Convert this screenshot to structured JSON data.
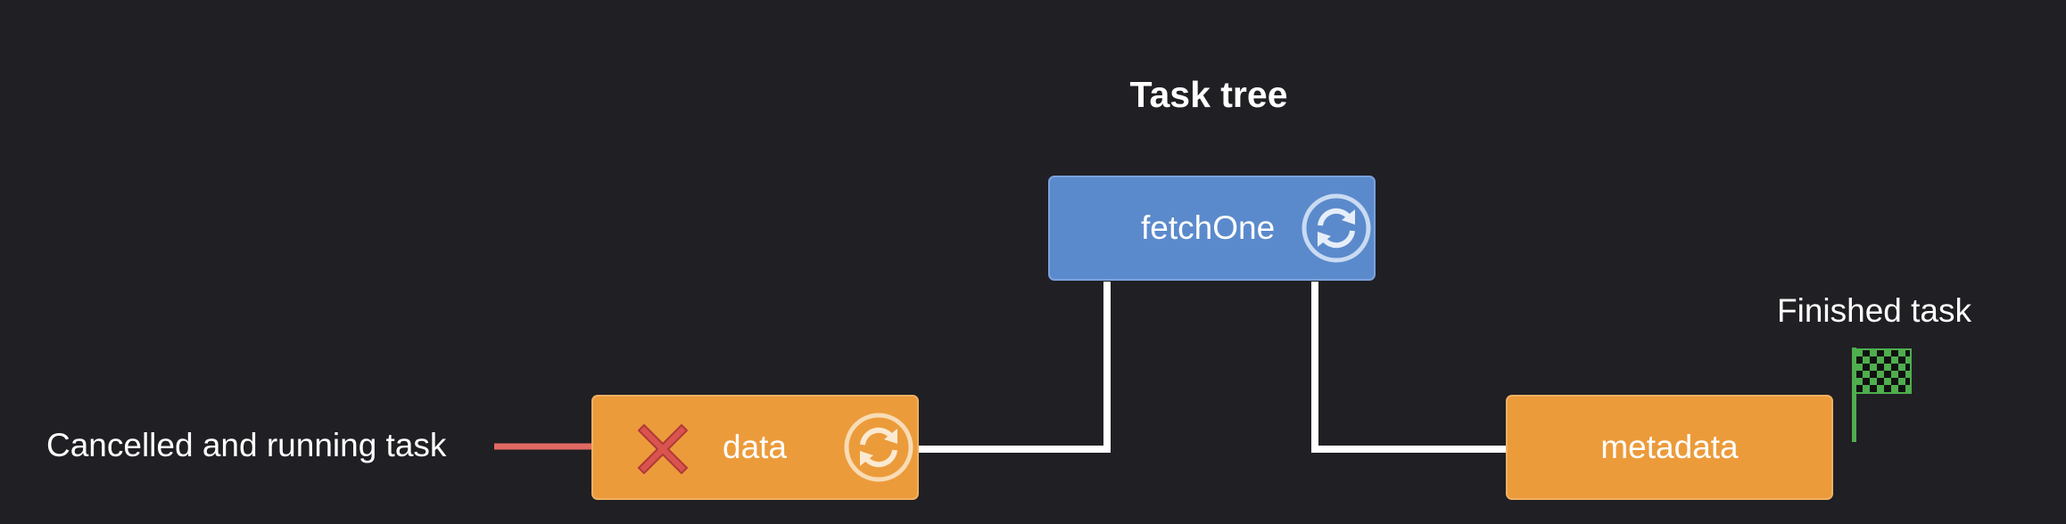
{
  "title": "Task tree",
  "nodes": {
    "fetch_one": {
      "label": "fetchOne",
      "state": "running"
    },
    "data": {
      "label": "data",
      "state": "cancelled and running"
    },
    "metadata": {
      "label": "metadata",
      "state": "finished"
    }
  },
  "legend": {
    "cancelled": "Cancelled and running task",
    "finished": "Finished task"
  },
  "colors": {
    "background": "#201f24",
    "parent_task": "#5b8acc",
    "child_task": "#ec9b3b",
    "connector": "#ffffff",
    "cancel": "#d9534f",
    "cancel_pointer": "#e06a63",
    "flag": "#4fae4e"
  },
  "icons": {
    "running": "refresh-cycle-icon",
    "cancelled": "cancel-x-icon",
    "finished": "checkered-flag-icon"
  }
}
